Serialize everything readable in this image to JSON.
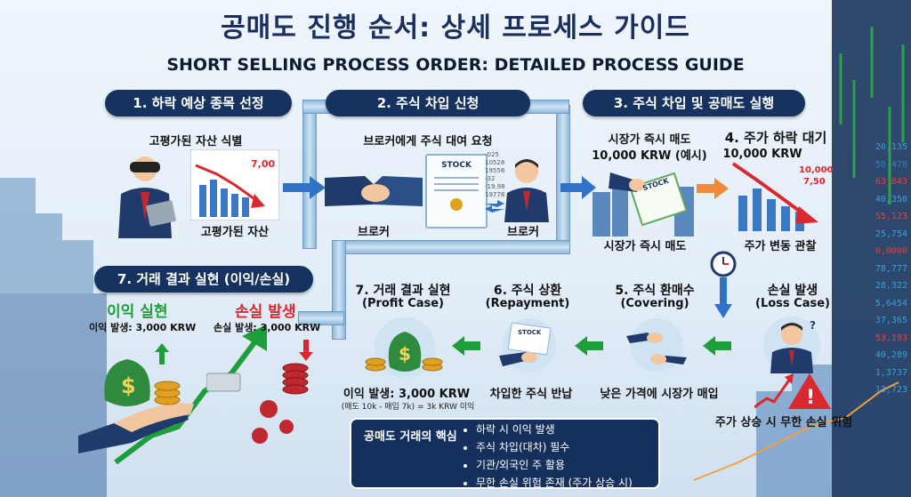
{
  "title": {
    "korean": "공매도 진행 순서: 상세 프로세스 가이드",
    "english": "SHORT SELLING PROCESS ORDER: DETAILED PROCESS GUIDE"
  },
  "step1": {
    "header": "1. 하락 예상 종목 선정",
    "caption": "고평가된 자산 식별",
    "chart_label": "고평가된 자산",
    "chart_value": "7,00"
  },
  "step2": {
    "header": "2. 주식 차입 신청",
    "caption": "브로커에게 주식 대여 요청",
    "doc_label": "STOCK",
    "left_label": "브로커",
    "right_label": "브로커",
    "doc_numbers": [
      "-025",
      "10528",
      "19558",
      "-32",
      "-19.98",
      "19778"
    ]
  },
  "step3": {
    "header": "3. 주식 차입 및 공매도 실행",
    "caption_line1": "시장가 즉시 매도",
    "caption_line2": "10,000 KRW (예시)",
    "bottom_label": "시장가 즉시 매도",
    "doc_label": "STOCK"
  },
  "step4": {
    "header": "4. 주가 하락 대기",
    "price": "10,000 KRW",
    "value1": "10,000",
    "value2": "7,50",
    "bottom_label": "주가 변동 관찰"
  },
  "step7a": {
    "header": "7. 거래 결과 실현 (이익/손실)",
    "profit_title": "이익 실현",
    "profit_text": "이익 발생: 3,000 KRW",
    "loss_title": "손실 발생",
    "loss_text": "손실 발생: 3,000 KRW"
  },
  "step7b": {
    "title": "7. 거래 결과 실현",
    "subtitle": "(Profit Case)",
    "line1": "이익 발생: 3,000 KRW",
    "line2": "(매도 10k - 매입 7k) = 3k KRW 이익"
  },
  "step6": {
    "title": "6. 주식 상환",
    "subtitle": "(Repayment)",
    "caption": "차입한 주식 반납",
    "doc_label": "STOCK"
  },
  "step5": {
    "title": "5. 주식 환매수",
    "subtitle": "(Covering)",
    "caption": "낮은 가격에 시장가 매입"
  },
  "loss_case": {
    "title": "손실 발생",
    "subtitle": "(Loss Case)",
    "caption": "주가 상승 시 무한 손실 위험"
  },
  "core": {
    "title": "공매도 거래의 핵심",
    "bullets": [
      "하락 시 이익 발생",
      "주식 차입(대차) 필수",
      "기관/외국인 주 활용",
      "무한 손실 위험 존재 (주가 상승 시)"
    ]
  },
  "ticker_values": [
    {
      "v": "20,135",
      "c": "#3aa0d8"
    },
    {
      "v": "50,478",
      "c": "#2f80c0"
    },
    {
      "v": "63,843",
      "c": "#e04040"
    },
    {
      "v": "40,350",
      "c": "#3aa0d8"
    },
    {
      "v": "55,123",
      "c": "#e04040"
    },
    {
      "v": "25,754",
      "c": "#3aa0d8"
    },
    {
      "v": "0,0000",
      "c": "#e04040"
    },
    {
      "v": "78,777",
      "c": "#3aa0d8"
    },
    {
      "v": "28,322",
      "c": "#3aa0d8"
    },
    {
      "v": "5,6454",
      "c": "#3aa0d8"
    },
    {
      "v": "37,365",
      "c": "#3aa0d8"
    },
    {
      "v": "53,193",
      "c": "#e04040"
    },
    {
      "v": "40,289",
      "c": "#3aa0d8"
    },
    {
      "v": "1,3737",
      "c": "#3aa0d8"
    },
    {
      "v": "13,723",
      "c": "#3aa0d8"
    }
  ],
  "colors": {
    "navy": "#16325f",
    "profit_green": "#1e9e3a",
    "loss_red": "#d9282f",
    "arrow_blue": "#2f73c9",
    "arrow_orange": "#f08a3a"
  }
}
